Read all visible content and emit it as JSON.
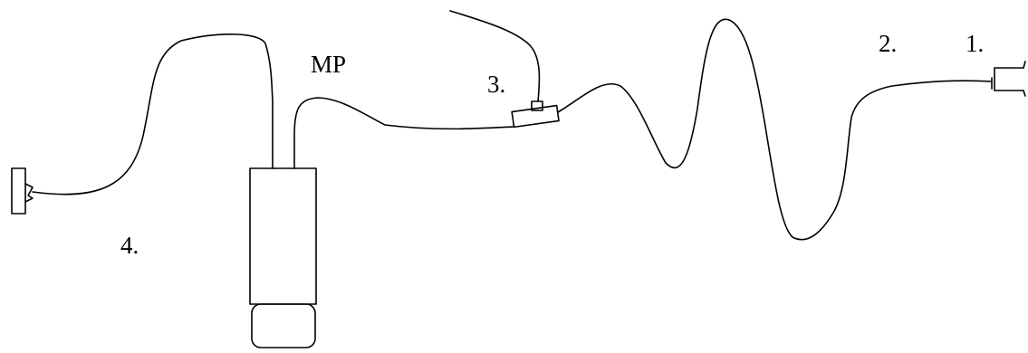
{
  "labels": {
    "mp": "MP",
    "point_3": "3.",
    "point_2": "2.",
    "point_1": "1.",
    "point_4": "4."
  },
  "colors": {
    "line": "#000000",
    "background": "#ffffff"
  }
}
